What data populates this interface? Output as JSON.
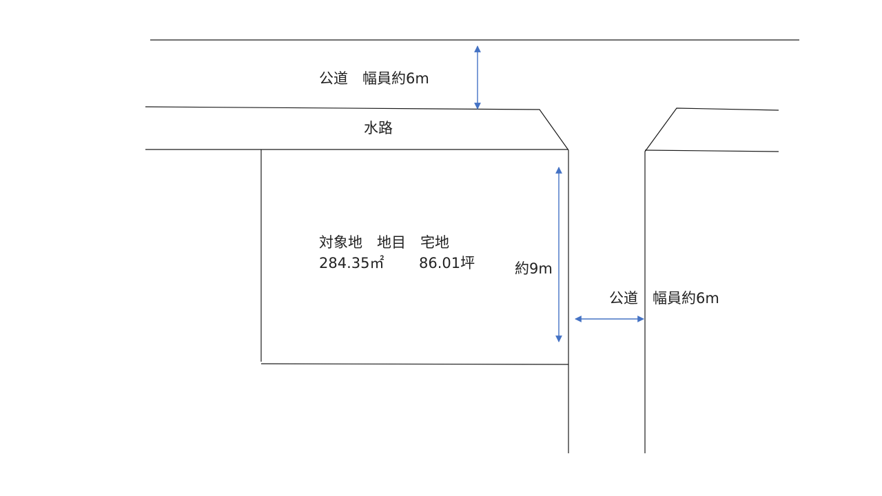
{
  "diagram": {
    "labels": {
      "top_road": "公道　幅員約6m",
      "waterway": "水路",
      "subject_line1": "対象地　地目　宅地",
      "subject_area_sqm": "284.35㎡",
      "subject_area_tsubo": "86.01坪",
      "depth": "約9m",
      "side_road": "公道　幅員約6m"
    },
    "colors": {
      "line": "#1a1a1a",
      "dimension_arrow": "#4472c4"
    }
  }
}
